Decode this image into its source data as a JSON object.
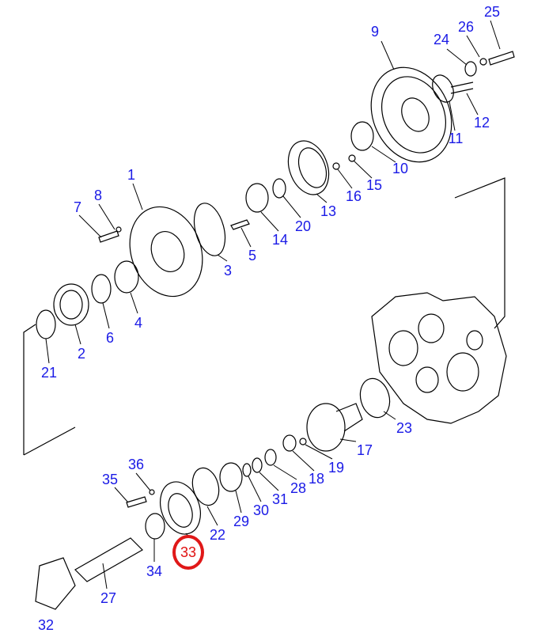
{
  "diagram": {
    "highlight_color": "#e01818",
    "label_color": "#1a1ae6",
    "highlighted_part": "33",
    "callouts": [
      "1",
      "2",
      "3",
      "4",
      "5",
      "6",
      "7",
      "8",
      "9",
      "10",
      "11",
      "12",
      "13",
      "14",
      "15",
      "16",
      "17",
      "18",
      "19",
      "20",
      "21",
      "22",
      "23",
      "24",
      "25",
      "26",
      "27",
      "28",
      "29",
      "30",
      "31",
      "32",
      "33",
      "34",
      "35",
      "36"
    ]
  }
}
